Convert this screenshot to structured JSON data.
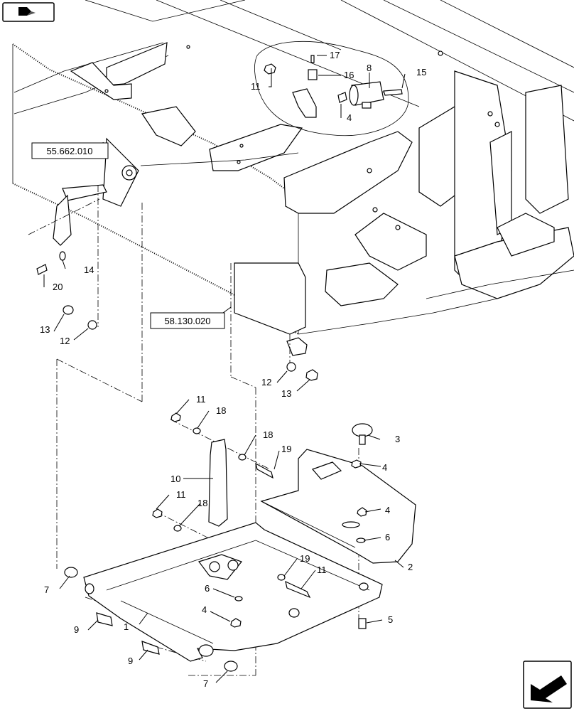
{
  "references": {
    "ref_a": "55.662.010",
    "ref_b": "58.130.020"
  },
  "callouts": {
    "c1": "1",
    "c2": "2",
    "c3": "3",
    "c4a": "4",
    "c4b": "4",
    "c4c": "4",
    "c4d": "4",
    "c5": "5",
    "c6a": "6",
    "c6b": "6",
    "c7a": "7",
    "c7b": "7",
    "c8": "8",
    "c9a": "9",
    "c9b": "9",
    "c10": "10",
    "c11a": "11",
    "c11b": "11",
    "c11c": "11",
    "c11d": "11",
    "c12a": "12",
    "c12b": "12",
    "c13a": "13",
    "c13b": "13",
    "c14": "14",
    "c15": "15",
    "c16": "16",
    "c17": "17",
    "c18a": "18",
    "c18b": "18",
    "c18c": "18",
    "c19a": "19",
    "c19b": "19",
    "c20": "20"
  },
  "icons": {
    "top_left": "book-open-icon",
    "bottom_right": "next-page-arrow-icon"
  }
}
